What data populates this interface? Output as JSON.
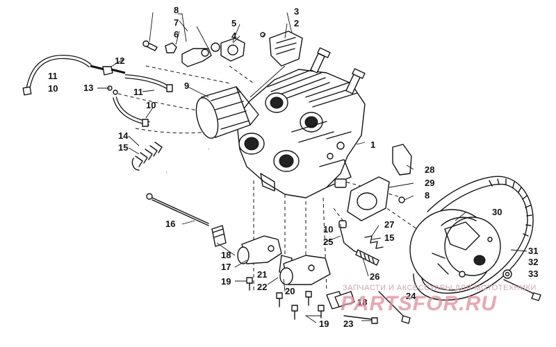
{
  "callouts": {
    "c1": "1",
    "c2": "2",
    "c3": "3",
    "c4": "4",
    "c5": "5",
    "c6": "6",
    "c7": "7",
    "c8a": "8",
    "c8b": "8",
    "c9": "9",
    "c10a": "10",
    "c10b": "10",
    "c10c": "10",
    "c11a": "11",
    "c11b": "11",
    "c12": "12",
    "c13": "13",
    "c14": "14",
    "c15a": "15",
    "c15b": "15",
    "c16": "16",
    "c17": "17",
    "c18a": "18",
    "c18b": "18",
    "c19a": "19",
    "c19b": "19",
    "c20": "20",
    "c21": "21",
    "c22": "22",
    "c23": "23",
    "c24": "24",
    "c25": "25",
    "c26": "26",
    "c27": "27",
    "c28": "28",
    "c29": "29",
    "c30": "30",
    "c31": "31",
    "c32": "32",
    "c33": "33"
  },
  "watermark": {
    "tagline": "ЗАПЧАСТИ И АКСЕССУАРЫ ДЛЯ МОТОТЕХНИКИ",
    "logo": "PARTSFOR.RU"
  }
}
